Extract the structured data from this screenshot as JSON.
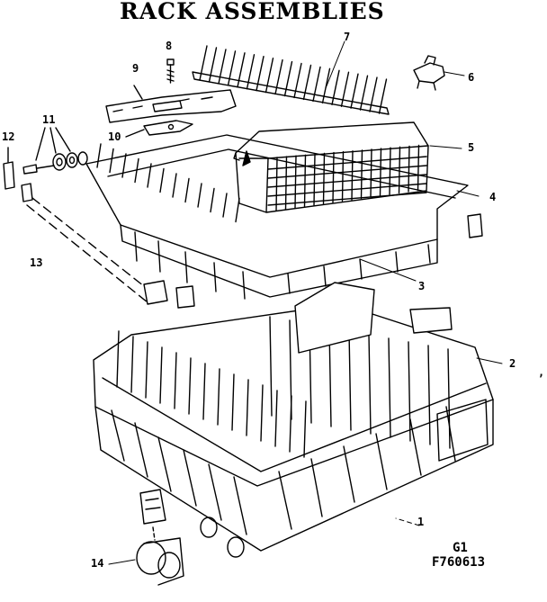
{
  "title": "RACK ASSEMBLIES",
  "callouts": {
    "c1": "1",
    "c2": "2",
    "c3": "3",
    "c4": "4",
    "c5": "5",
    "c6": "6",
    "c7": "7",
    "c8": "8",
    "c9": "9",
    "c10": "10",
    "c11": "11",
    "c12": "12",
    "c13": "13",
    "c14": "14"
  },
  "codes": {
    "group": "G1",
    "drawing_number": "F760613"
  },
  "stray_mark": ","
}
